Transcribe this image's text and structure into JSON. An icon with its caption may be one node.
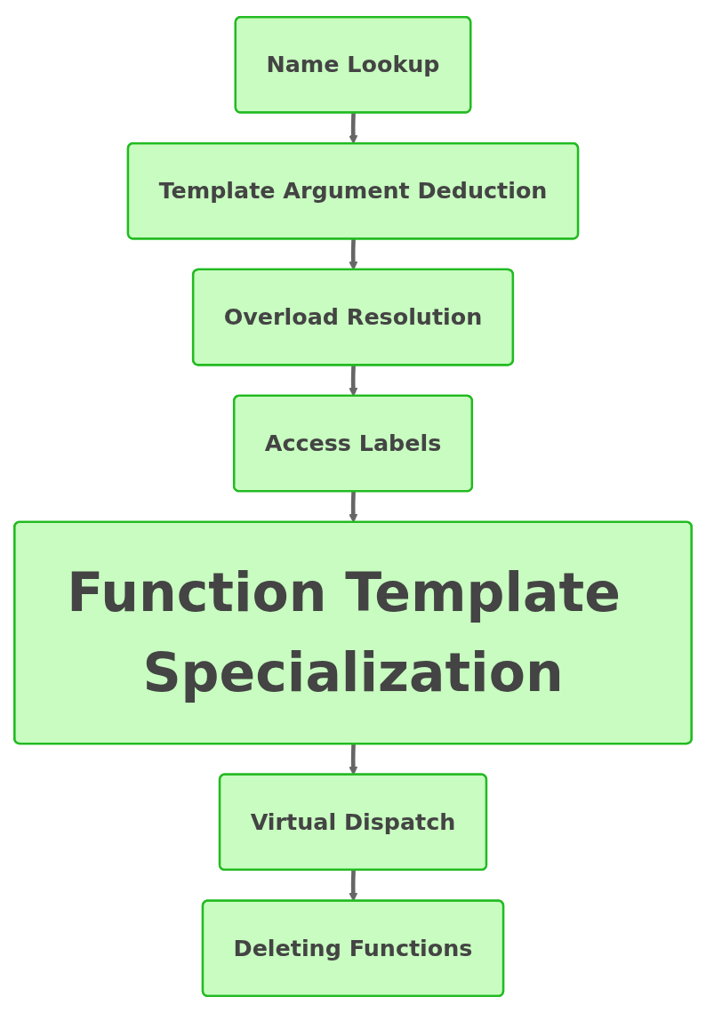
{
  "diagram": {
    "nodes": [
      {
        "text": [
          "Name Lookup"
        ]
      },
      {
        "text": [
          "Template Argument Deduction"
        ]
      },
      {
        "text": [
          "Overload Resolution"
        ]
      },
      {
        "text": [
          "Access Labels"
        ]
      },
      {
        "text": [
          "Function Template Specialization"
        ]
      },
      {
        "text": [
          "Virtual Dispatch"
        ]
      },
      {
        "text": [
          "Deleting Functions"
        ]
      }
    ],
    "edges": [
      {
        "from": 0,
        "to": 1,
        "arrow": "to"
      },
      {
        "from": 1,
        "to": 2,
        "arrow": "to"
      },
      {
        "from": 2,
        "to": 3,
        "arrow": "to"
      },
      {
        "from": 3,
        "to": 4,
        "arrow": "to"
      },
      {
        "from": 4,
        "to": 5,
        "arrow": "to"
      },
      {
        "from": 5,
        "to": 6,
        "arrow": "to"
      }
    ]
  }
}
